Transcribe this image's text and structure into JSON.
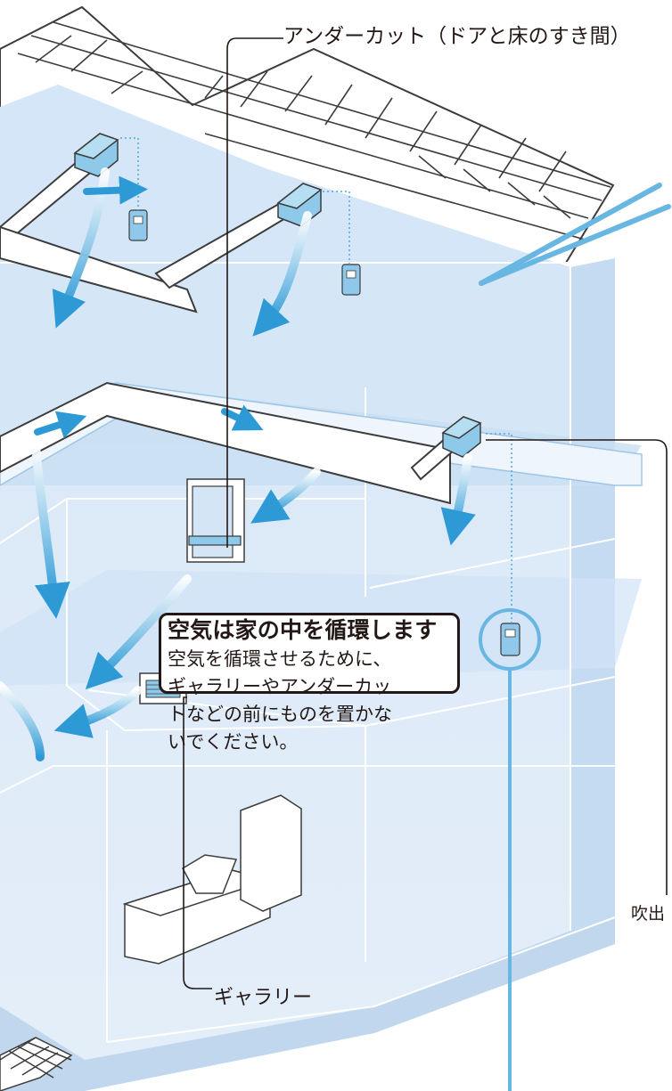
{
  "labels": {
    "undercut": "アンダーカット（ドアと床のすき間）",
    "gallery": "ギャラリー",
    "outlet": "吹出"
  },
  "callout": {
    "title": "空気は家の中を循環します",
    "body_lines": [
      "空気を循環させるために、",
      "ギャラリーやアンダーカッ",
      "トなどの前にものを置かな",
      "いでください。"
    ]
  },
  "colors": {
    "wall_fill": "#dbe8f6",
    "wall_dark": "#c7dcf0",
    "roof_fill": "#ffffff",
    "roof_stroke": "#3c3c3c",
    "unit_blue": "#8ec9ea",
    "arrow_blue": "#2d9ad6",
    "leader_blue": "#68b6e2",
    "text": "#231815"
  }
}
